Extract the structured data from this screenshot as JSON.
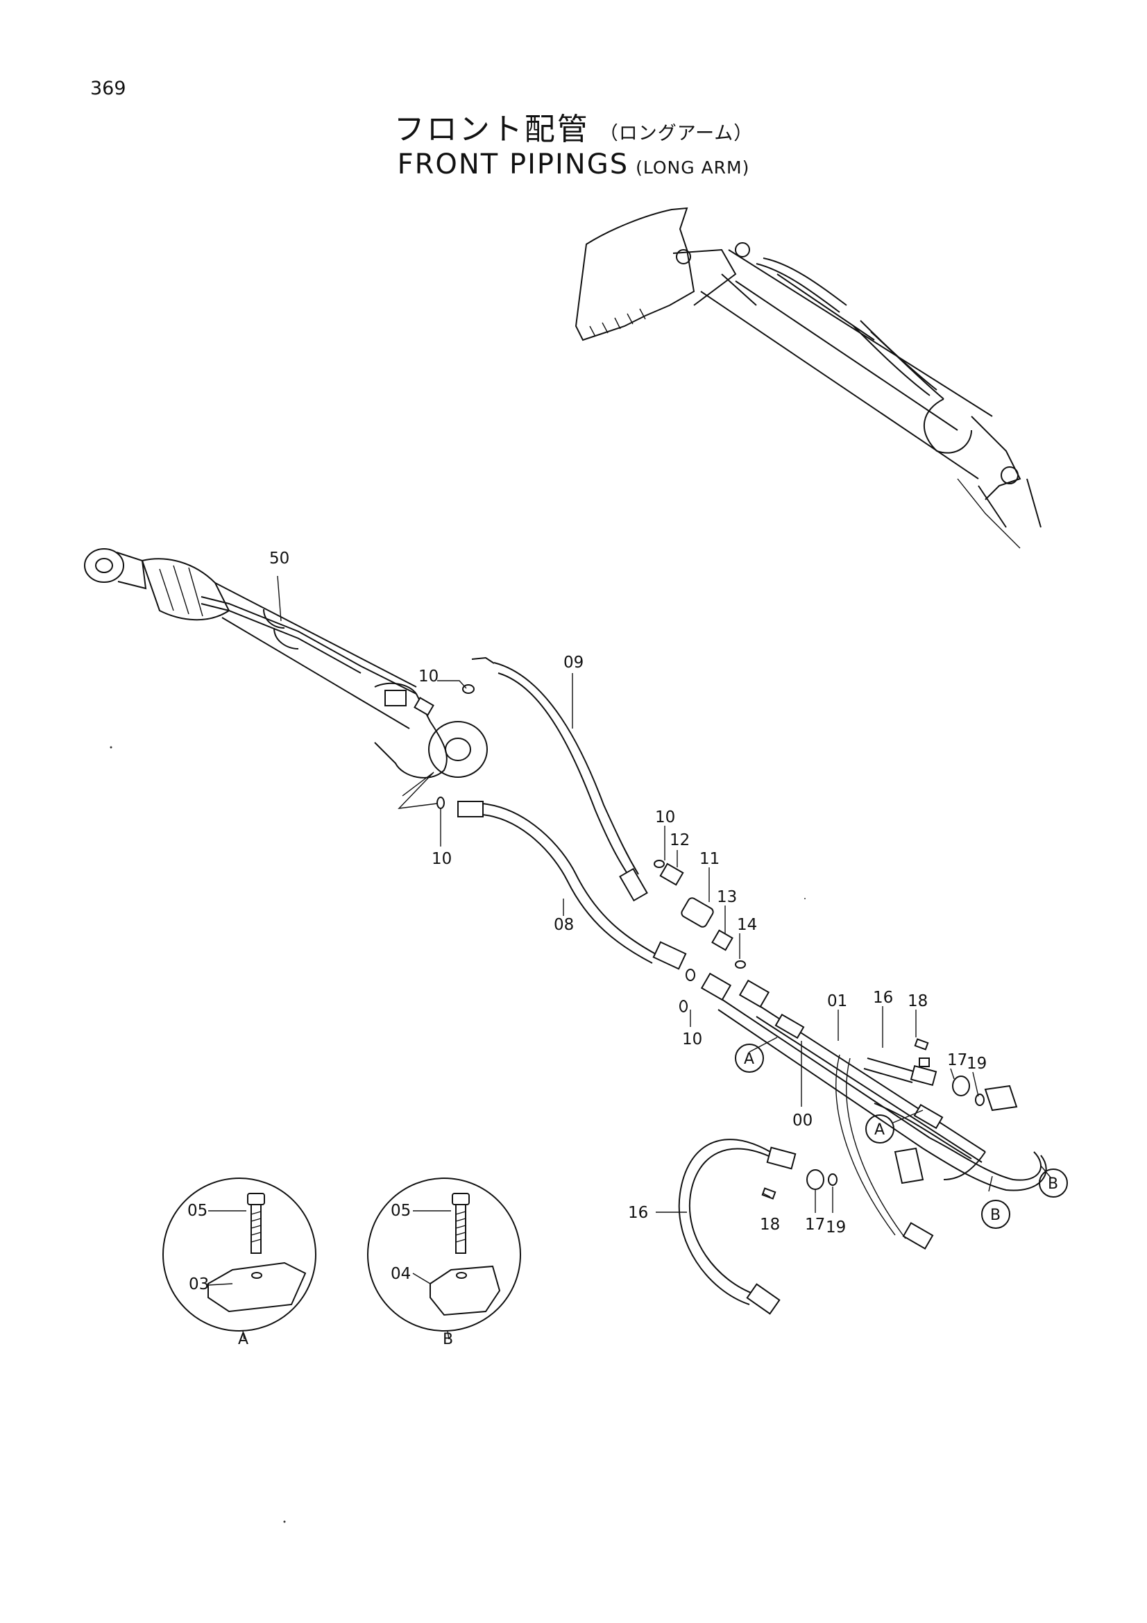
{
  "page_number": "369",
  "title": {
    "jp_main": "フロント配管",
    "jp_sub": "（ロングアーム）",
    "en_main": "FRONT PIPINGS",
    "en_sub": "(LONG ARM)"
  },
  "part_labels": {
    "p50": "50",
    "p10_top": "10",
    "p09": "09",
    "p10_left": "10",
    "p10_mid": "10",
    "p12": "12",
    "p11": "11",
    "p13": "13",
    "p14": "14",
    "p08": "08",
    "p10_low": "10",
    "p01": "01",
    "p16_top": "16",
    "p18_top": "18",
    "p17_top": "17",
    "p19_top": "19",
    "p00": "00",
    "p16_left": "16",
    "p18_low": "18",
    "p17_low": "17",
    "p19_low": "19",
    "pA_05": "05",
    "pA_03": "03",
    "pB_05": "05",
    "pB_04": "04"
  },
  "callouts": {
    "a1": "A",
    "a2": "A",
    "b1": "B",
    "b2": "B",
    "detail_a": "A",
    "detail_b": "B"
  }
}
